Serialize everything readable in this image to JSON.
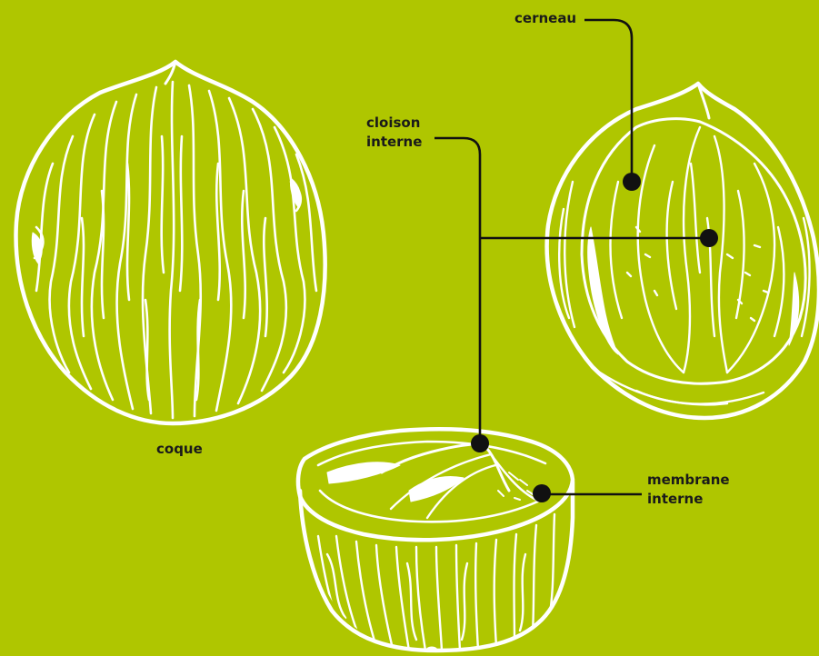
{
  "labels": {
    "cerneau": "cerneau",
    "cloison_line1": "cloison",
    "cloison_line2": "interne",
    "coque": "coque",
    "membrane_line1": "membrane",
    "membrane_line2": "interne"
  },
  "colors": {
    "background": "#afc600",
    "illustration_stroke": "#ffffff",
    "leader_line": "#111111"
  }
}
